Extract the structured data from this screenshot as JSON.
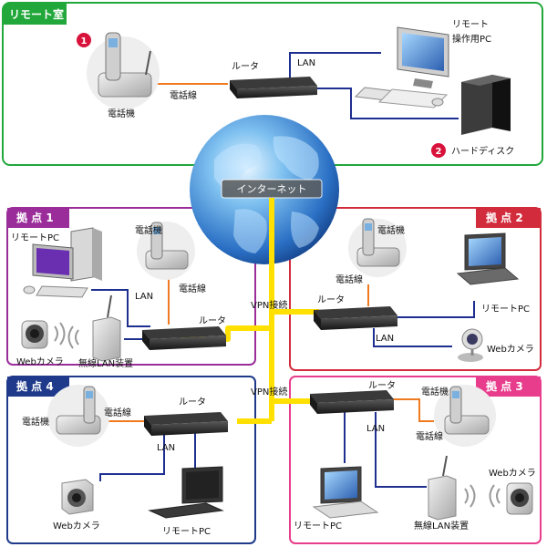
{
  "zones": {
    "remote": {
      "title": "リモート室",
      "color": "#22a83a"
    },
    "site1": {
      "title": "拠 点 1",
      "color": "#9b2d9b"
    },
    "site2": {
      "title": "拠 点 2",
      "color": "#d22b3b"
    },
    "site3": {
      "title": "拠 点 3",
      "color": "#e83c8c"
    },
    "site4": {
      "title": "拠 点 4",
      "color": "#1f3a8a"
    }
  },
  "internet": {
    "label": "インターネット"
  },
  "vpn": {
    "upper": "VPN接続",
    "lower": "VPN接続",
    "color": "#ffe000"
  },
  "remote_room": {
    "badge_phone": "1",
    "badge_hdd": "2",
    "phone": "電話機",
    "phone_line": "電話線",
    "router": "ルータ",
    "lan": "LAN",
    "pc_line1": "リモート",
    "pc_line2": "操作用PC",
    "hdd": "ハードディスク"
  },
  "site1": {
    "pc": "リモートPC",
    "phone": "電話機",
    "phone_line": "電話線",
    "lan": "LAN",
    "router": "ルータ",
    "camera": "Webカメラ",
    "wlan": "無線LAN装置"
  },
  "site2": {
    "phone": "電話機",
    "phone_line": "電話線",
    "router": "ルータ",
    "pc": "リモートPC",
    "lan": "LAN",
    "camera": "Webカメラ"
  },
  "site3": {
    "router": "ルータ",
    "phone": "電話機",
    "phone_line": "電話線",
    "lan": "LAN",
    "camera": "Webカメラ",
    "pc": "リモートPC",
    "wlan": "無線LAN装置"
  },
  "site4": {
    "phone": "電話機",
    "phone_line": "電話線",
    "router": "ルータ",
    "lan": "LAN",
    "camera": "Webカメラ",
    "pc": "リモートPC"
  },
  "colors": {
    "lan": "#1e2f8f",
    "phone_line": "#f07a20",
    "router": "#2a2a2a",
    "globe": "#3a7fd0"
  }
}
